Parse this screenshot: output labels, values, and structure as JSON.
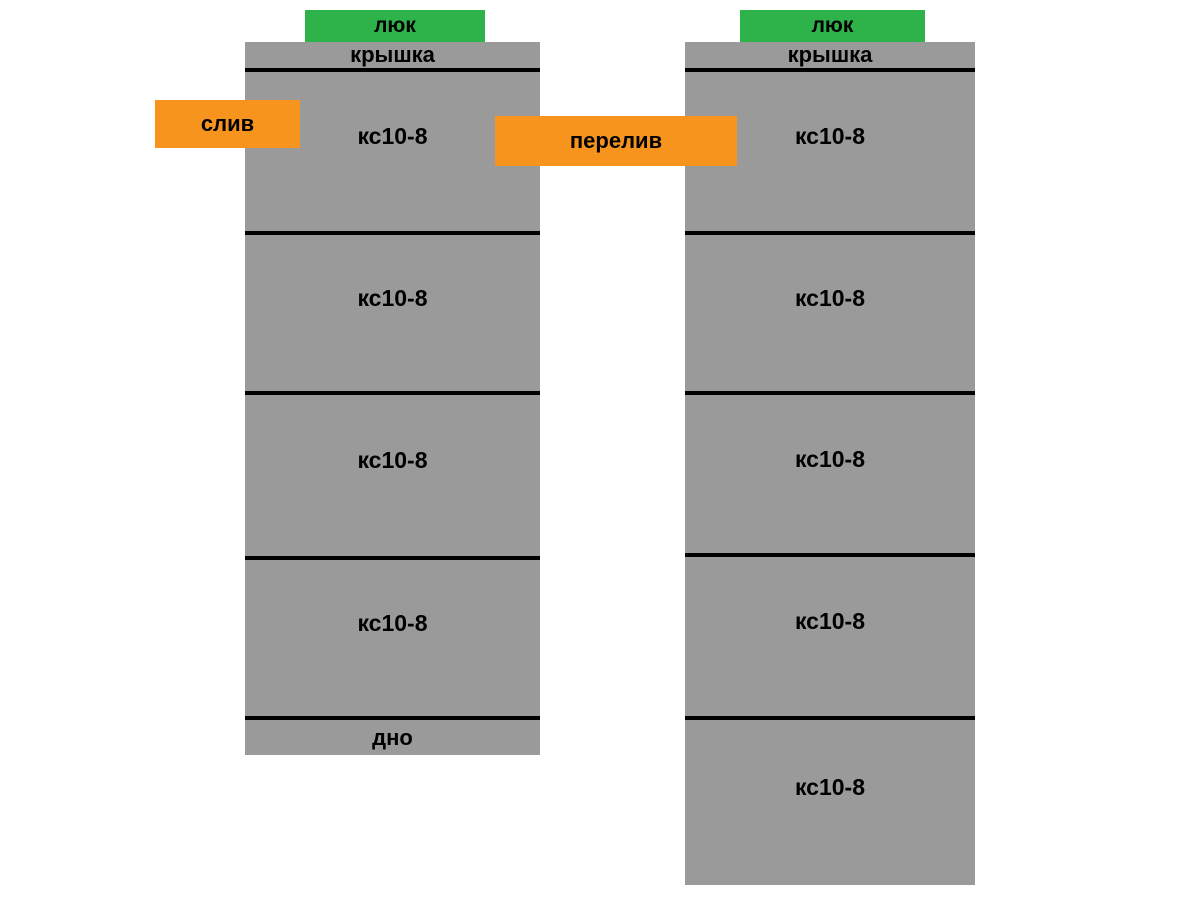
{
  "colors": {
    "background": "#ffffff",
    "column_gray": "#9a9a9a",
    "hatch_green": "#2eb24a",
    "pipe_orange": "#f7941e",
    "line_black": "#000000",
    "text": "#000000"
  },
  "left_well": {
    "hatch_label": "люк",
    "cover_label": "крышка",
    "rings": [
      "кс10-8",
      "кс10-8",
      "кс10-8",
      "кс10-8"
    ],
    "bottom_label": "дно"
  },
  "right_well": {
    "hatch_label": "люк",
    "cover_label": "крышка",
    "rings": [
      "кс10-8",
      "кс10-8",
      "кс10-8",
      "кс10-8",
      "кс10-8"
    ]
  },
  "connections": {
    "drain_label": "слив",
    "overflow_label": "перелив"
  }
}
